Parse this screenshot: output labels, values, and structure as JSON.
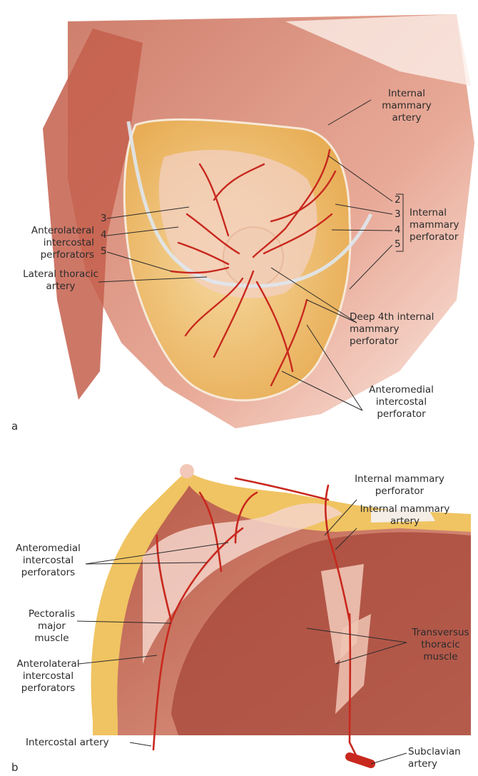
{
  "panel_a": {
    "letter": "a",
    "labels": {
      "internal_mammary_artery": "Internal\nmammary\nartery",
      "internal_mammary_perforator": "Internal\nmammary\nperforator",
      "perforator_numbers_right": [
        "2",
        "3",
        "4",
        "5"
      ],
      "anterolateral_intercostal_perforators": "Anterolateral\nintercostal\nperforators",
      "perforator_numbers_left": [
        "3",
        "4",
        "5"
      ],
      "lateral_thoracic_artery": "Lateral thoracic\nartery",
      "deep_4th_internal_mammary_perforator": "Deep 4th internal\nmammary\nperforator",
      "anteromedial_intercostal_perforator": "Anteromedial\nintercostal\nperforator"
    }
  },
  "panel_b": {
    "letter": "b",
    "labels": {
      "internal_mammary_perforator": "Internal mammary\nperforator",
      "internal_mammary_artery": "Internal mammary\nartery",
      "anteromedial_intercostal_perforators": "Anteromedial\nintercostal\nperforators",
      "pectoralis_major_muscle": "Pectoralis\nmajor\nmuscle",
      "anterolateral_intercostal_perforators": "Anterolateral\nintercostal\nperforators",
      "transversus_thoracic_muscle": "Transversus\nthoracic\nmuscle",
      "intercostal_artery": "Intercostal artery",
      "subclavian_artery": "Subclavian\nartery"
    }
  },
  "colors": {
    "muscle": "#d9826e",
    "fat": "#f2c86a",
    "artery": "#c8281e",
    "gland": "#f3d6cc",
    "text": "#2b2b2b"
  }
}
